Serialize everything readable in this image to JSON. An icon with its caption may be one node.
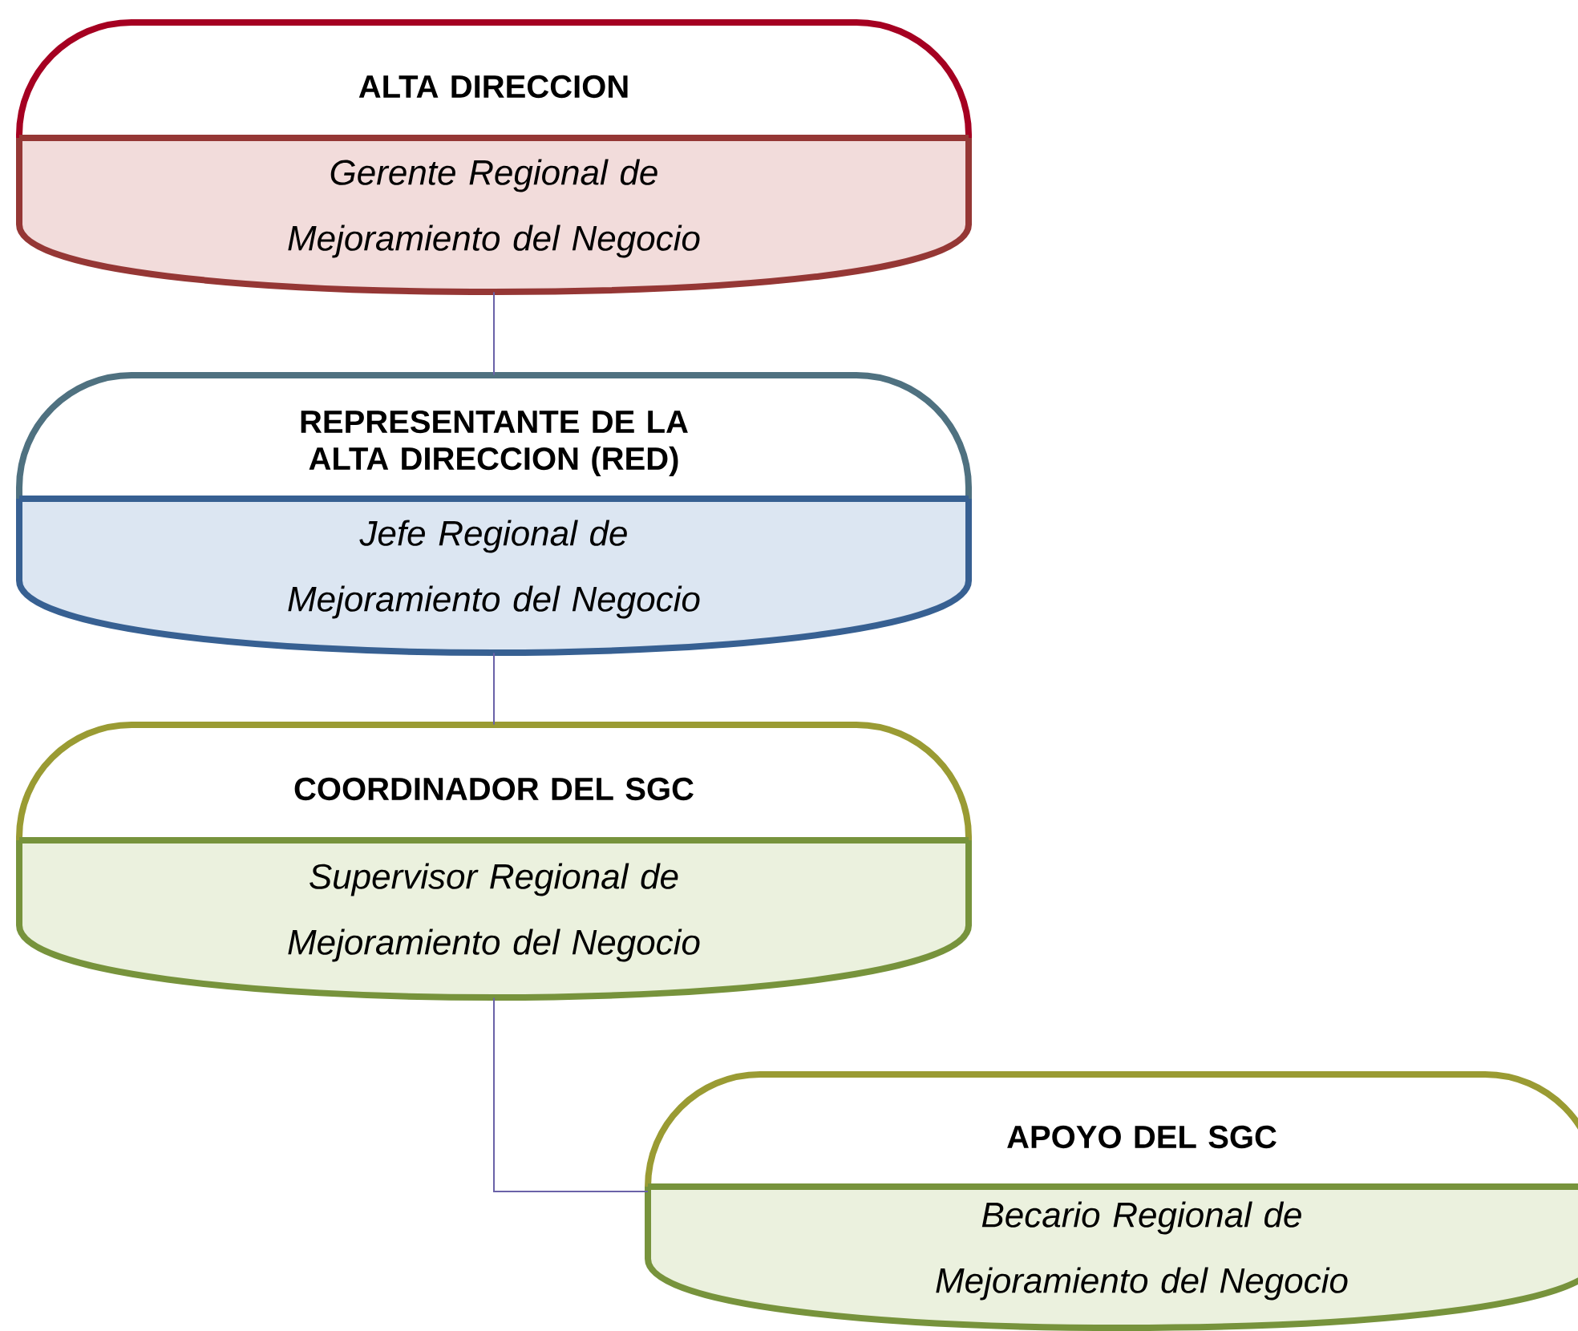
{
  "diagram": {
    "nodes": [
      {
        "text": [
          "ALTA DIRECCION",
          "Gerente Regional de Mejoramiento del Negocio"
        ]
      },
      {
        "text": [
          "REPRESENTANTE DE LA ALTA DIRECCION (RED)",
          "Jefe Regional de Mejoramiento del Negocio"
        ]
      },
      {
        "text": [
          "COORDINADOR DEL SGC",
          "Supervisor Regional de Mejoramiento del Negocio"
        ]
      },
      {
        "text": [
          "APOYO DEL SGC",
          "Becario Regional de Mejoramiento del Negocio"
        ]
      }
    ],
    "edges": [
      {
        "from": 0,
        "to": 1,
        "arrow": "none"
      },
      {
        "from": 1,
        "to": 2,
        "arrow": "none"
      },
      {
        "from": 2,
        "to": 3,
        "arrow": "none"
      }
    ]
  }
}
